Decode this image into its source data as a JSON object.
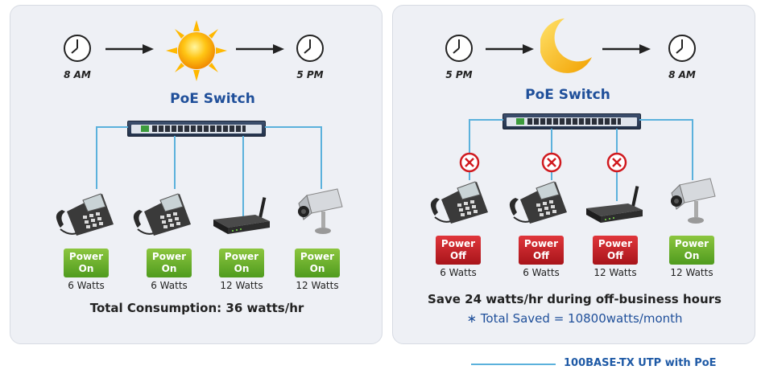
{
  "left": {
    "times": [
      "8 AM",
      "5 PM"
    ],
    "switch_title": "PoE Switch",
    "devices": [
      {
        "badge_line1": "Power",
        "badge_line2": "On",
        "watts": "6 Watts"
      },
      {
        "badge_line1": "Power",
        "badge_line2": "On",
        "watts": "6 Watts"
      },
      {
        "badge_line1": "Power",
        "badge_line2": "On",
        "watts": "12 Watts"
      },
      {
        "badge_line1": "Power",
        "badge_line2": "On",
        "watts": "12 Watts"
      }
    ],
    "total": "Total Consumption: 36 watts/hr"
  },
  "right": {
    "times": [
      "5 PM",
      "8 AM"
    ],
    "switch_title": "PoE Switch",
    "devices": [
      {
        "badge_line1": "Power",
        "badge_line2": "Off",
        "watts": "6 Watts"
      },
      {
        "badge_line1": "Power",
        "badge_line2": "Off",
        "watts": "6 Watts"
      },
      {
        "badge_line1": "Power",
        "badge_line2": "Off",
        "watts": "12 Watts"
      },
      {
        "badge_line1": "Power",
        "badge_line2": "On",
        "watts": "12 Watts"
      }
    ],
    "save_text": "Save 24 watts/hr during off-business hours",
    "total_saved": "∗ Total Saved = 10800watts/month"
  },
  "legend": "100BASE-TX UTP with PoE",
  "colors": {
    "wire": "#5bb1dc",
    "title": "#1f4f9a",
    "power_on": "#5fa927",
    "power_off": "#c8191f"
  }
}
